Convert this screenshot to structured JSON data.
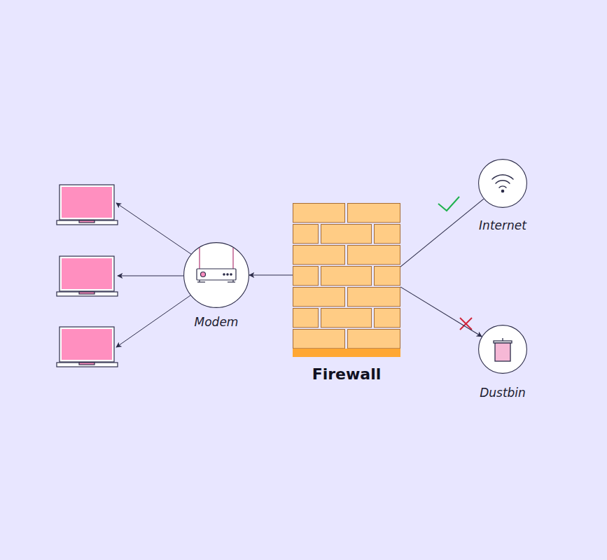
{
  "diagram": {
    "nodes": [
      {
        "text": [
          "Modem"
        ]
      },
      {
        "text": [
          "Firewall"
        ]
      },
      {
        "text": [
          "Internet"
        ]
      },
      {
        "text": [
          "Dustbin"
        ]
      }
    ],
    "edges": [
      {
        "from": 1,
        "to": 0,
        "arrow": "to"
      },
      {
        "from": 2,
        "to": 1,
        "arrow": "none"
      },
      {
        "from": 1,
        "to": 3,
        "arrow": "to"
      }
    ]
  }
}
